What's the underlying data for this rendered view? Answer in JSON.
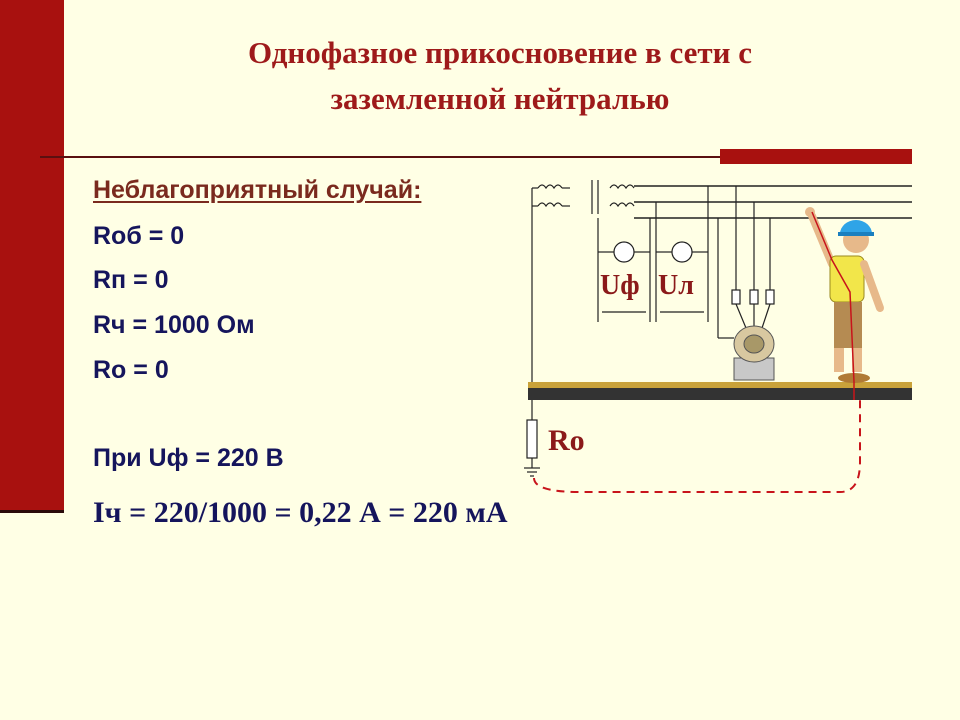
{
  "slide": {
    "title_lines": [
      "Однофазное прикосновение в сети с",
      "заземленной нейтралью"
    ]
  },
  "content": {
    "subtitle": "Неблагоприятный случай:",
    "lines": [
      "Rоб = 0",
      "Rп = 0",
      "Rч = 1000 Ом",
      "Rо = 0",
      "При Uф = 220 В"
    ],
    "formula": "Iч = 220/1000 = 0,22 А = 220 мА"
  },
  "diagram": {
    "labels": {
      "uf": "Uф",
      "ul": "Uл",
      "ro": "Rо"
    }
  },
  "colors": {
    "accent": "#A8110F",
    "title": "#9E1A1A",
    "text": "#15155C",
    "background": "#FFFFE5"
  }
}
